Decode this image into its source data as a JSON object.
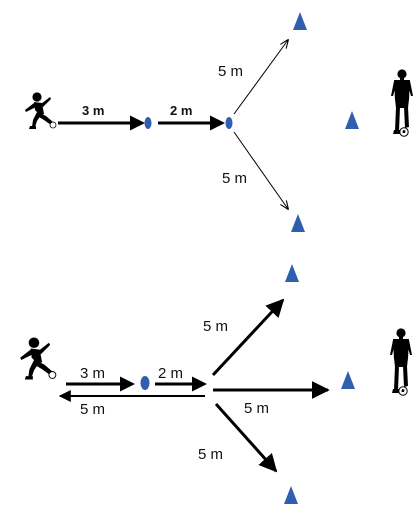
{
  "colors": {
    "cone": "#2f5fae",
    "marker": "#2f5fae",
    "arrow": "#000000",
    "silhouette": "#000000"
  },
  "drill_top": {
    "label_3m": "3 m",
    "label_2m": "2 m",
    "label_5m_upper": "5 m",
    "label_5m_lower": "5 m"
  },
  "drill_bottom": {
    "label_3m": "3 m",
    "label_2m": "2 m",
    "label_5m_back": "5 m",
    "label_5m_upper": "5 m",
    "label_5m_straight": "5 m",
    "label_5m_lower": "5 m"
  },
  "icons": {
    "kicker": "kicking-player-silhouette-icon",
    "standing": "standing-player-with-ball-icon",
    "cone": "cone-icon",
    "marker": "disc-marker-icon"
  }
}
